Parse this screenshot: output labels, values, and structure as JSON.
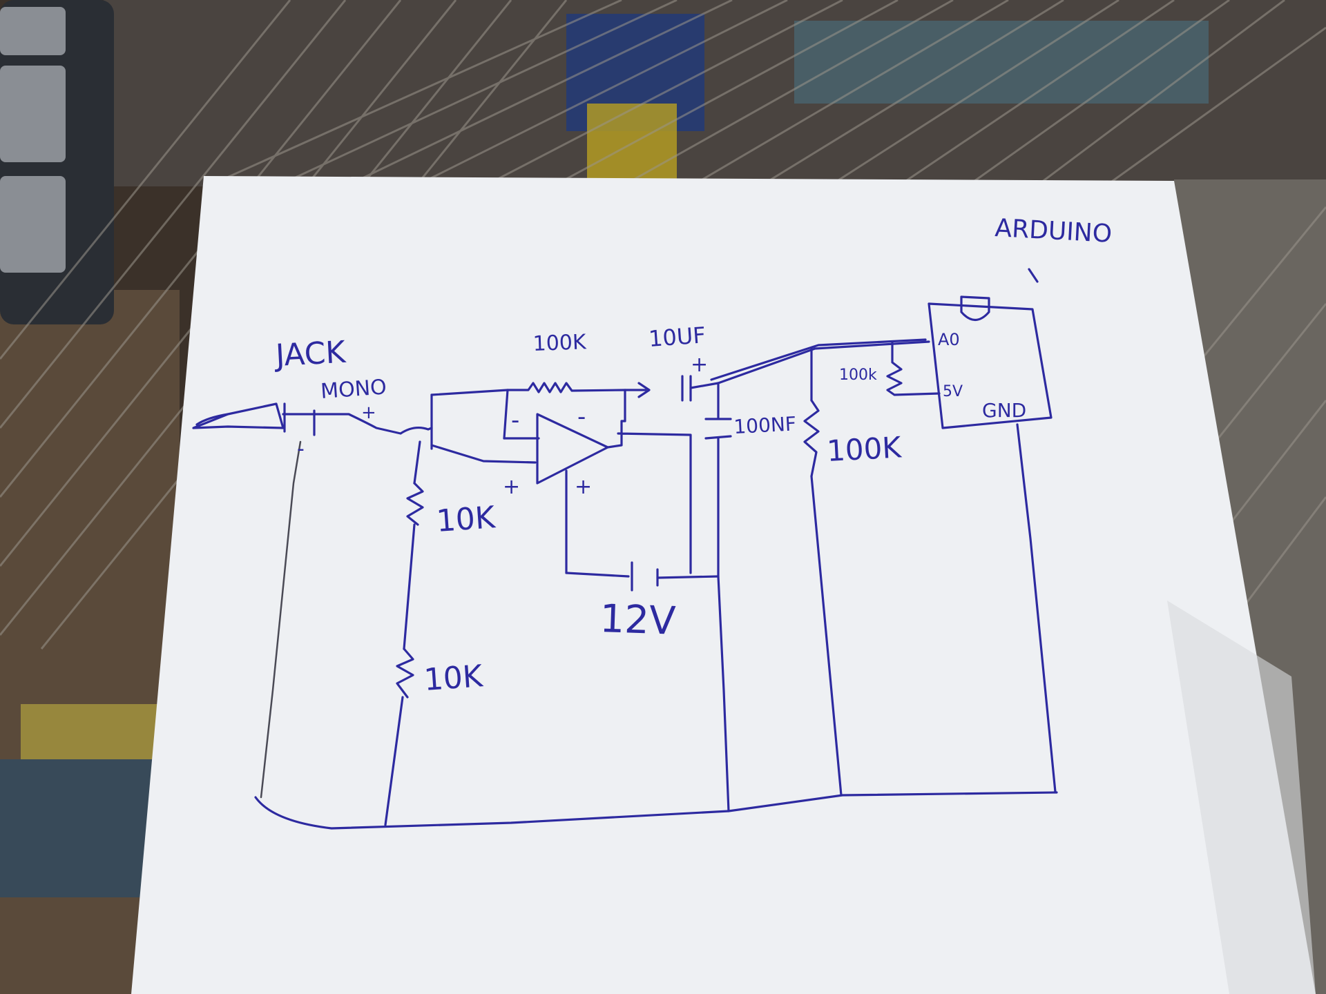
{
  "colors": {
    "ink": "#2d2aa0",
    "pencil": "#4a4a55",
    "paper": "#eef0f3",
    "background": "#3b3129"
  },
  "labels": {
    "jack": "JACK",
    "mono": "MONO",
    "jack_plus": "+",
    "jack_minus": "-",
    "res_feedback": "100K",
    "cap_coupling": "10UF",
    "cap_plus": "+",
    "opamp_minus": "-",
    "opamp_plus": "+",
    "opamp_plus2": "+",
    "opamp_dot": "-",
    "res_div_top": "10K",
    "res_div_bottom": "10K",
    "battery": "12V",
    "cap_filter": "100NF",
    "res_bias_arduino": "100k",
    "res_bias_gnd": "100K",
    "arduino": "ARDUINO",
    "pin_a0": "A0",
    "pin_5v": "5V",
    "pin_gnd": "GND"
  }
}
